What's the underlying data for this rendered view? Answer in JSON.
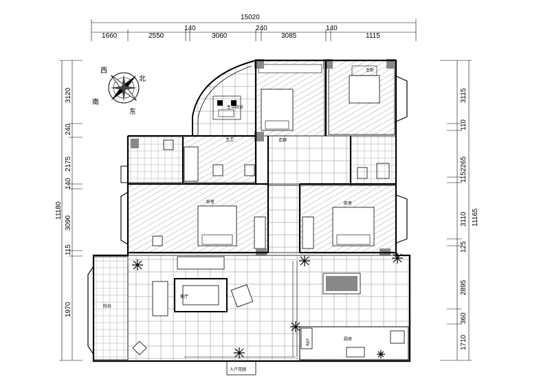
{
  "dimensions": {
    "top_total": "15020",
    "top": [
      "1660",
      "2550",
      "140",
      "3060",
      "240",
      "3085",
      "140",
      "1115"
    ],
    "left_total": "11180",
    "left": [
      "3120",
      "240",
      "2175",
      "140",
      "3090",
      "115",
      "1970"
    ],
    "right_total": "11165",
    "right": [
      "3115",
      "110",
      "2265",
      "115",
      "3110",
      "125",
      "2895",
      "360",
      "1710"
    ]
  },
  "compass": {
    "west": "西",
    "north": "北",
    "south": "南",
    "east": "东"
  },
  "rooms": {
    "balcony_top": "生活阳台",
    "bath_master": "主卫",
    "corridor": "走廊",
    "bedroom_left": "卧室",
    "bedroom_right": "卧室",
    "master_bedroom": "主卧",
    "kitchen": "厨房",
    "living": "客厅",
    "balcony_left": "阳台",
    "bottom_entry": "入户花园",
    "fridge": "REF"
  }
}
